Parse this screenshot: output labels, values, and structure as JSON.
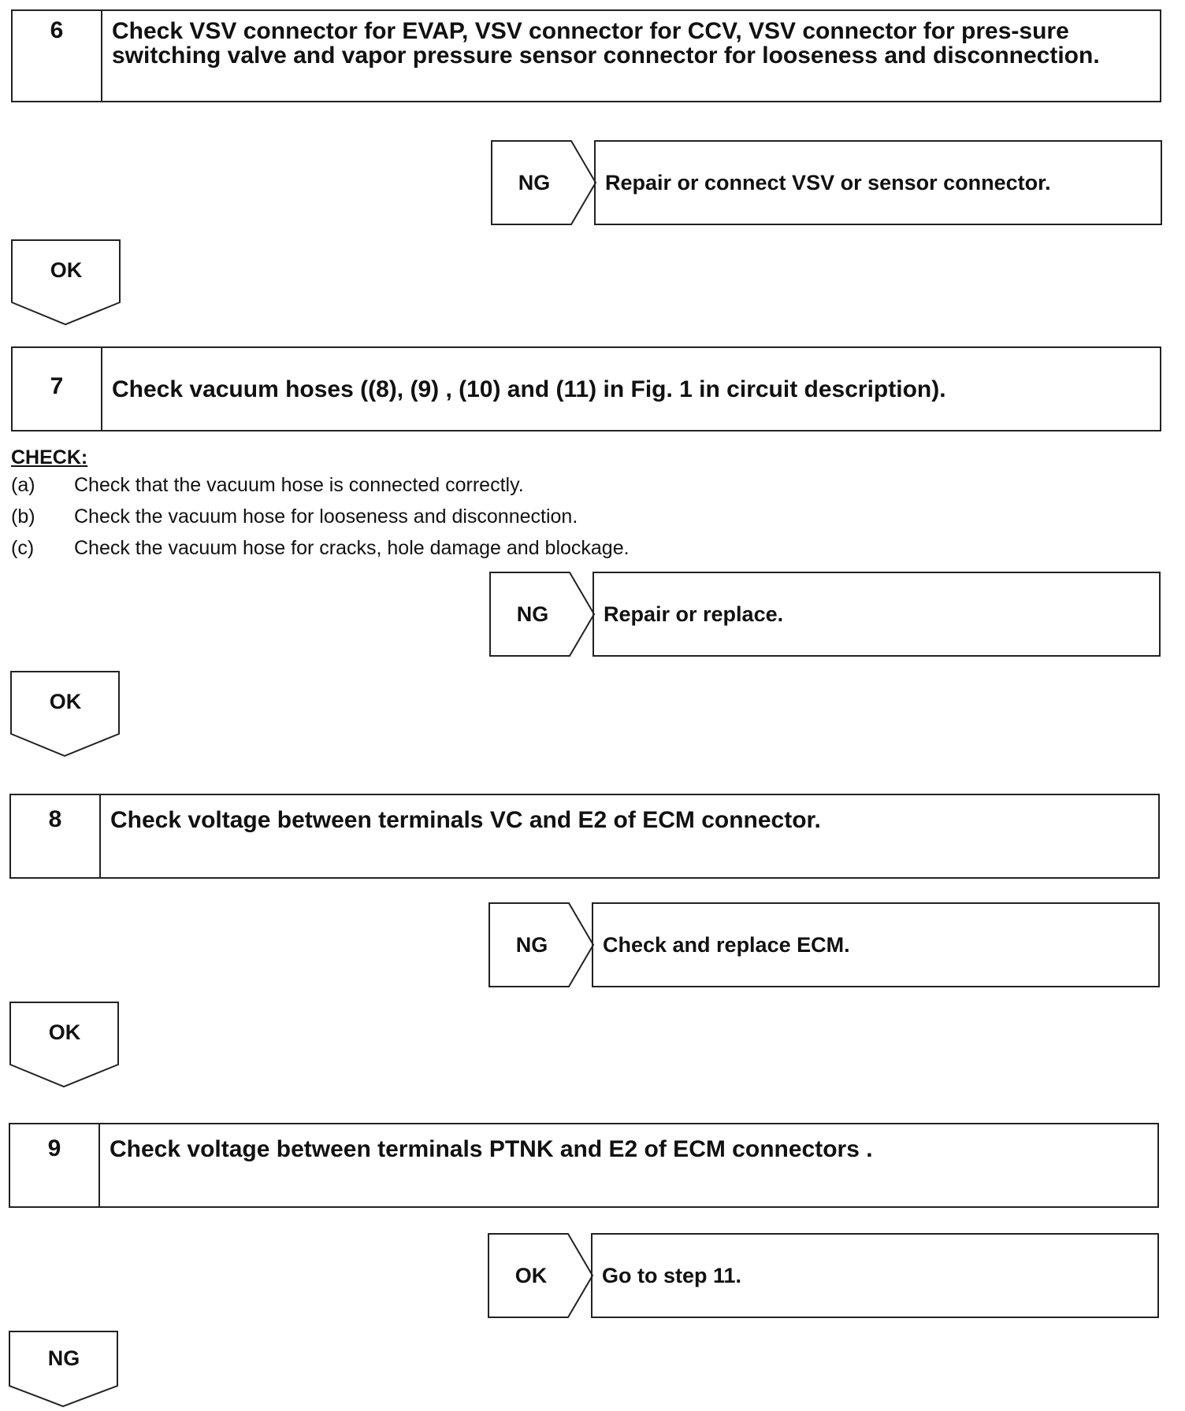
{
  "steps": [
    {
      "number": "6",
      "title": "Check VSV connector for EVAP, VSV connector for CCV, VSV connector for pres-sure switching valve and vapor pressure sensor connector for looseness and disconnection."
    },
    {
      "number": "7",
      "title": "Check vacuum hoses ((8), (9) , (10) and (11) in Fig. 1 in circuit description)."
    },
    {
      "number": "8",
      "title": "Check voltage between terminals VC and E2 of ECM connector."
    },
    {
      "number": "9",
      "title": "Check voltage between terminals PTNK and E2 of ECM connectors ."
    }
  ],
  "branches": [
    {
      "label": "NG",
      "action": "Repair or connect VSV or sensor connector."
    },
    {
      "label": "NG",
      "action": "Repair or replace."
    },
    {
      "label": "NG",
      "action": "Check and replace ECM."
    },
    {
      "label": "OK",
      "action": "Go to step 11."
    }
  ],
  "down_arrows": [
    "OK",
    "OK",
    "OK",
    "NG"
  ],
  "check": {
    "heading": "CHECK:",
    "items": [
      {
        "letter": "(a)",
        "text": "Check that the vacuum hose is connected correctly."
      },
      {
        "letter": "(b)",
        "text": "Check the vacuum hose for looseness and disconnection."
      },
      {
        "letter": "(c)",
        "text": "Check the vacuum hose for cracks, hole damage and blockage."
      }
    ]
  }
}
